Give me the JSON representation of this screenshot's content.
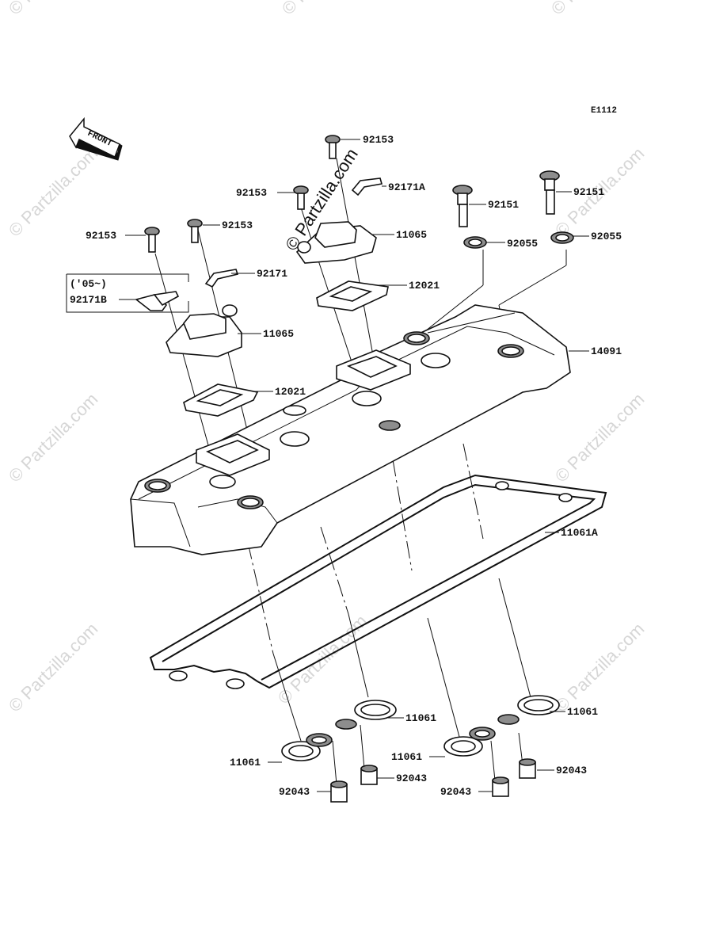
{
  "diagram_code": "E1112",
  "front_label": "FRONT",
  "watermark": "© Partzilla.com",
  "variant_note": "('05~)",
  "parts": {
    "bolt_92153_a": "92153",
    "bolt_92153_b": "92153",
    "bolt_92153_c": "92153",
    "bolt_92153_d": "92153",
    "bracket_92171a": "92171A",
    "bracket_92171": "92171",
    "bracket_92171b": "92171B",
    "cover_11065_a": "11065",
    "cover_11065_b": "11065",
    "gasket_12021_a": "12021",
    "gasket_12021_b": "12021",
    "bolt_92151_a": "92151",
    "bolt_92151_b": "92151",
    "washer_92055_a": "92055",
    "washer_92055_b": "92055",
    "head_cover_14091": "14091",
    "gasket_11061a": "11061A",
    "gasket_11061_a": "11061",
    "gasket_11061_b": "11061",
    "gasket_11061_c": "11061",
    "gasket_11061_d": "11061",
    "collar_92043_a": "92043",
    "collar_92043_b": "92043",
    "collar_92043_c": "92043",
    "collar_92043_d": "92043"
  }
}
